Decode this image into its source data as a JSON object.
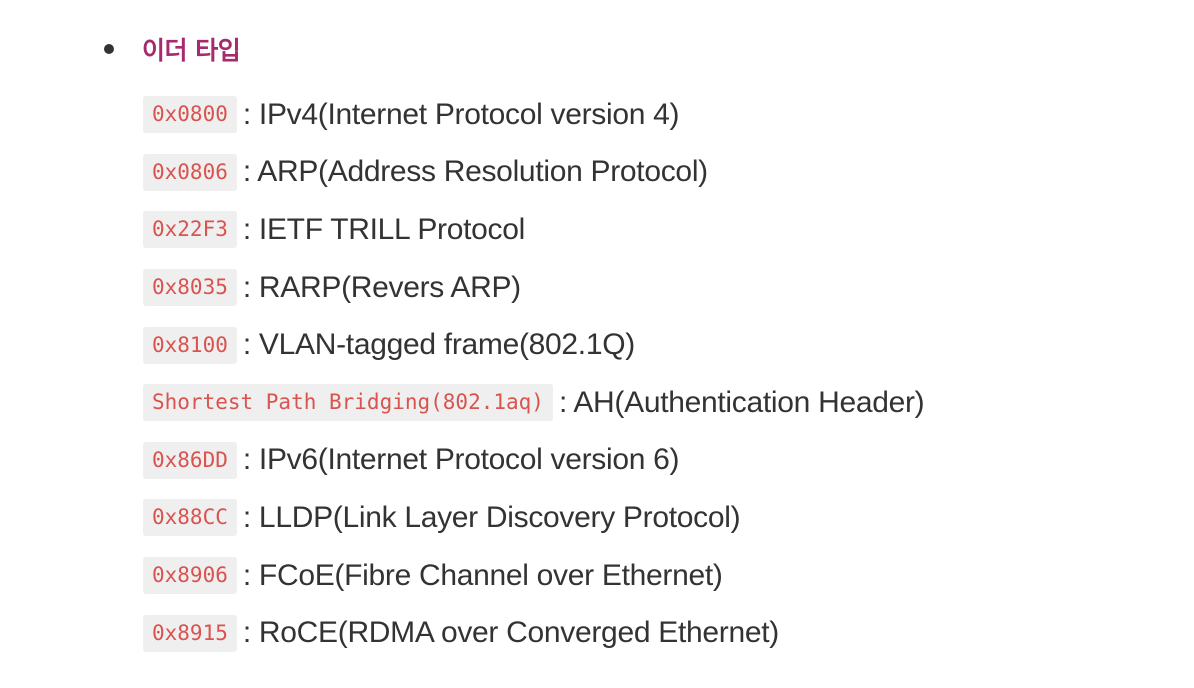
{
  "heading": "이더 타입",
  "items": [
    {
      "code": "0x0800",
      "desc": ": IPv4(Internet Protocol version 4)"
    },
    {
      "code": "0x0806",
      "desc": ": ARP(Address Resolution Protocol)"
    },
    {
      "code": "0x22F3",
      "desc": ": IETF TRILL Protocol"
    },
    {
      "code": "0x8035",
      "desc": ": RARP(Revers ARP)"
    },
    {
      "code": "0x8100",
      "desc": ": VLAN-tagged frame(802.1Q)"
    },
    {
      "code": "Shortest Path Bridging(802.1aq)",
      "desc": ": AH(Authentication Header)"
    },
    {
      "code": "0x86DD",
      "desc": ": IPv6(Internet Protocol version 6)"
    },
    {
      "code": "0x88CC",
      "desc": ": LLDP(Link Layer Discovery Protocol)"
    },
    {
      "code": "0x8906",
      "desc": ": FCoE(Fibre Channel over Ethernet)"
    },
    {
      "code": "0x8915",
      "desc": ": RoCE(RDMA over Converged Ethernet)"
    }
  ]
}
